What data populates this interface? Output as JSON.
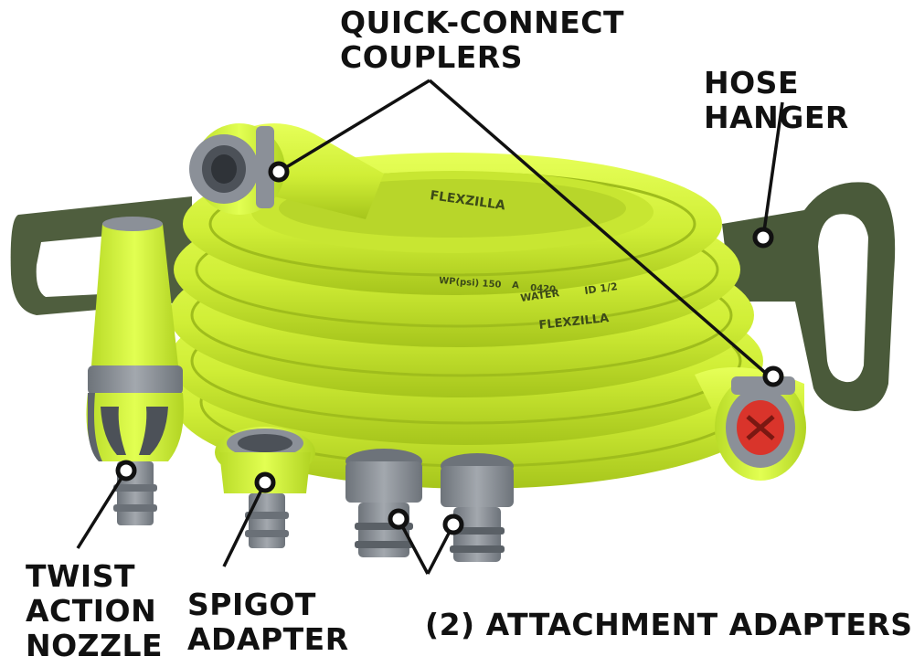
{
  "labels": {
    "couplers": "QUICK-CONNECT\nCOUPLERS",
    "hanger": "HOSE HANGER",
    "nozzle": "TWIST\nACTION\nNOZZLE",
    "spigot": "SPIGOT\nADAPTER",
    "adapters": "(2) ATTACHMENT ADAPTERS"
  },
  "hose_print": {
    "brand": "FLEXZILLA",
    "water": "WATER",
    "id": "ID 1/2",
    "wp": "WP(psi) 150",
    "a": "A",
    "code": "0420"
  },
  "colors": {
    "hose": "#d4f23a",
    "hose_shadow": "#a9c81f",
    "hanger": "#4a5a3a",
    "fitting_gray": "#8a8f96",
    "accent_red": "#d9342b"
  }
}
